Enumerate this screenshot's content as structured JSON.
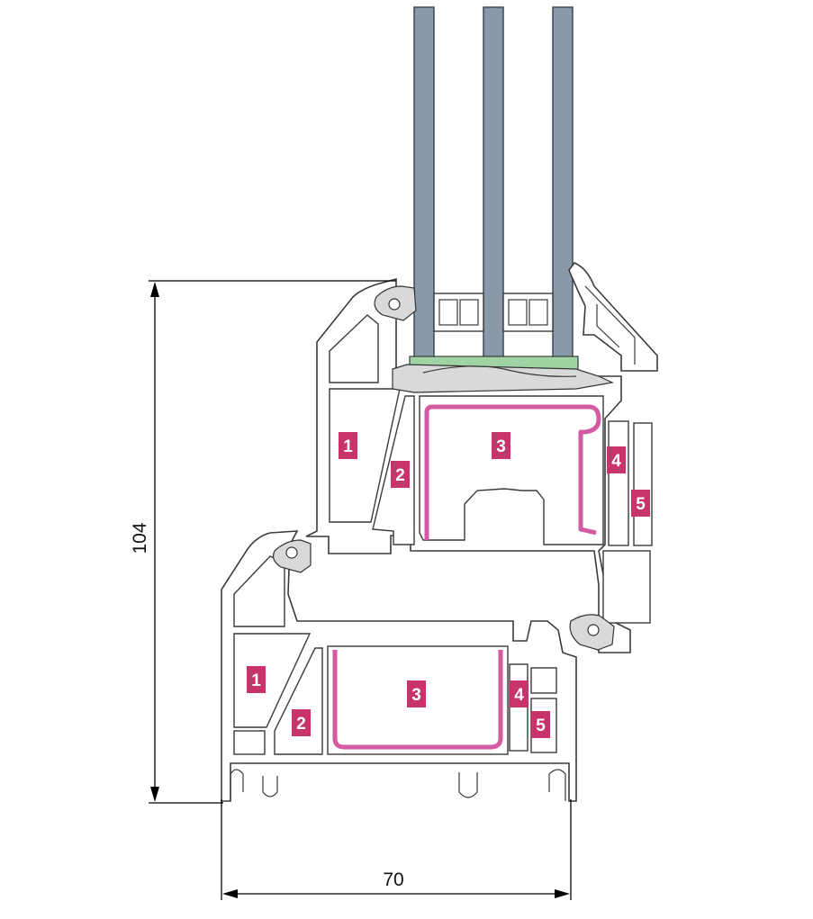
{
  "dimensions": {
    "height": "104",
    "width": "70"
  },
  "colors": {
    "glass": "#8799ab",
    "spacer_green": "#9fd3a3",
    "reinforcement": "#d45aa3",
    "label_bg": "#c8336b",
    "label_text": "#ffffff",
    "outline": "#3a3a3a"
  },
  "sash": {
    "chambers": [
      "1",
      "2",
      "3",
      "4",
      "5"
    ]
  },
  "frame": {
    "chambers": [
      "1",
      "2",
      "3",
      "4",
      "5"
    ]
  }
}
